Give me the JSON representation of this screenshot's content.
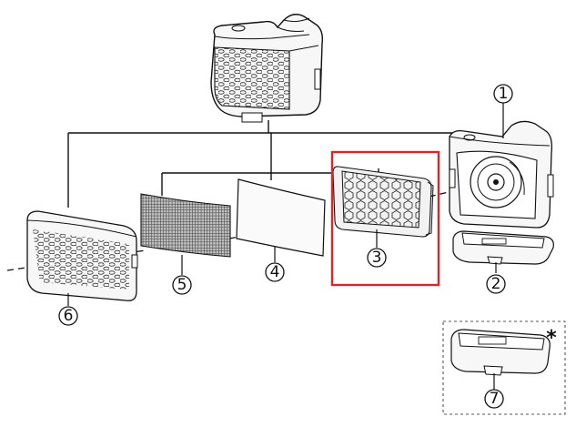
{
  "diagram": {
    "callouts": [
      {
        "id": "1",
        "label": "1"
      },
      {
        "id": "2",
        "label": "2"
      },
      {
        "id": "3",
        "label": "3"
      },
      {
        "id": "4",
        "label": "4"
      },
      {
        "id": "5",
        "label": "5"
      },
      {
        "id": "6",
        "label": "6"
      },
      {
        "id": "7",
        "label": "7"
      }
    ],
    "accessory_marker": "*",
    "colors": {
      "line": "#111111",
      "highlight": "#d8262b",
      "mesh": "#555555",
      "light_fill": "#f4f4f4",
      "dashed_box": "#555555"
    }
  }
}
